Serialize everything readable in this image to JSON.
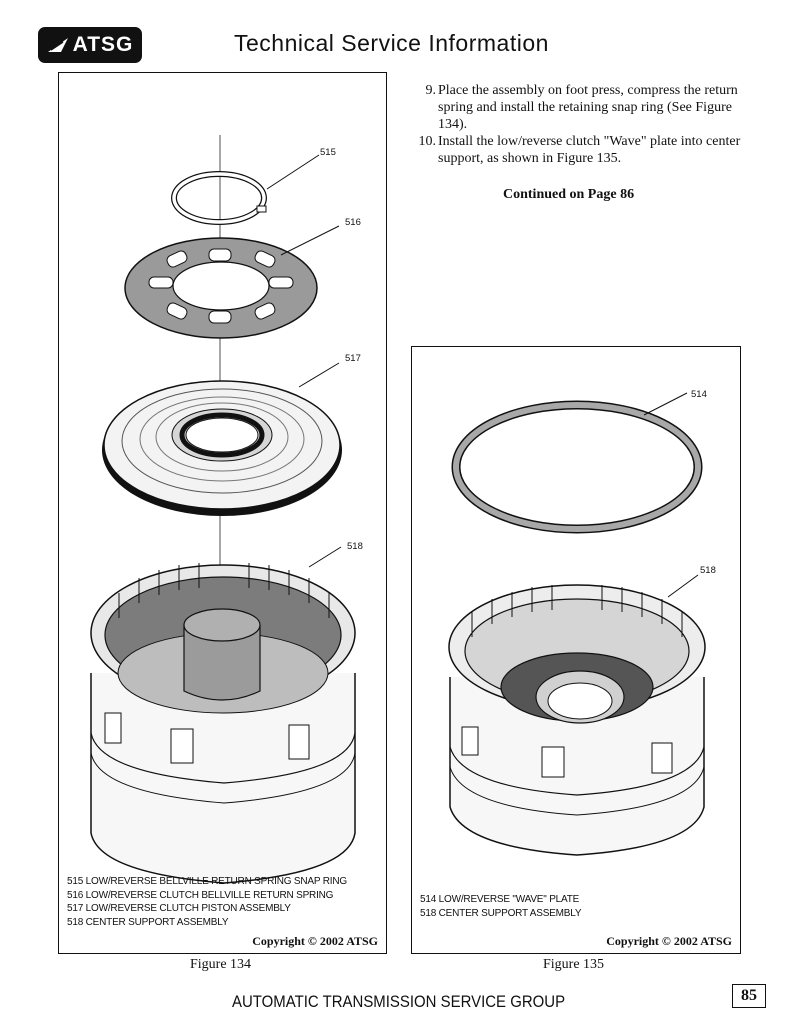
{
  "header": {
    "logo_text": "ATSG",
    "title": "Technical Service Information"
  },
  "instructions": {
    "steps": [
      {
        "number": "9.",
        "text": "Place the assembly on foot press, compress the return spring and install the retaining snap ring (See Figure 134)."
      },
      {
        "number": "10.",
        "text": "Install the low/reverse clutch \"Wave\" plate into center support, as shown in Figure 135."
      }
    ],
    "continued": "Continued on Page 86"
  },
  "figure_134": {
    "callouts": [
      "515",
      "516",
      "517",
      "518"
    ],
    "legend": [
      "515 LOW/REVERSE BELLVILLE RETURN SPRING SNAP RING",
      "516 LOW/REVERSE CLUTCH BELLVILLE RETURN SPRING",
      "517 LOW/REVERSE CLUTCH PISTON ASSEMBLY",
      "518 CENTER SUPPORT ASSEMBLY"
    ],
    "copyright": "Copyright © 2002 ATSG",
    "caption": "Figure 134"
  },
  "figure_135": {
    "callouts": [
      "514",
      "518"
    ],
    "legend": [
      "514 LOW/REVERSE \"WAVE\" PLATE",
      "518 CENTER SUPPORT ASSEMBLY"
    ],
    "copyright": "Copyright © 2002 ATSG",
    "caption": "Figure 135"
  },
  "footer": {
    "text": "AUTOMATIC TRANSMISSION SERVICE GROUP",
    "page_number": "85"
  }
}
